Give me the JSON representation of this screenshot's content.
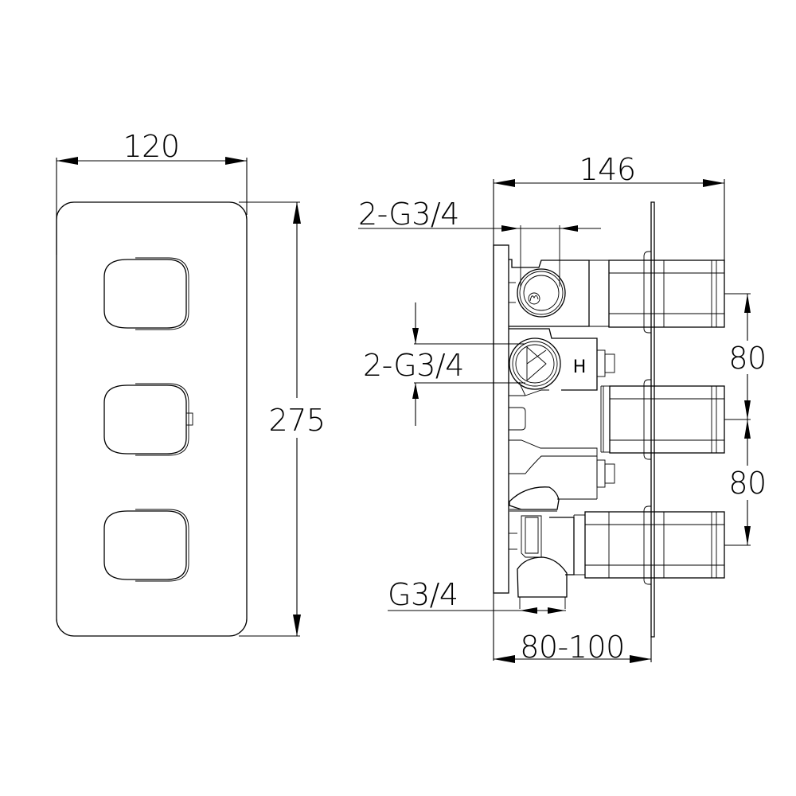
{
  "drawing": {
    "title": "Concealed 3-outlet thermostatic valve dimensions",
    "line_color": "#000000",
    "background": "#ffffff"
  },
  "front_view": {
    "width_dim": "120",
    "height_dim": "275",
    "handles": [
      {
        "position": "top"
      },
      {
        "position": "middle",
        "has_indicator_tab": true
      },
      {
        "position": "bottom"
      }
    ]
  },
  "side_view": {
    "depth_dim": "146",
    "inlet_top_label": "2-G3/4",
    "inlet_middle_label": "2-G3/4",
    "outlet_bottom_label": "G3/4",
    "wall_depth_dim": "80-100",
    "spacing_upper": "80",
    "spacing_lower": "80",
    "hot_marker": "H"
  }
}
